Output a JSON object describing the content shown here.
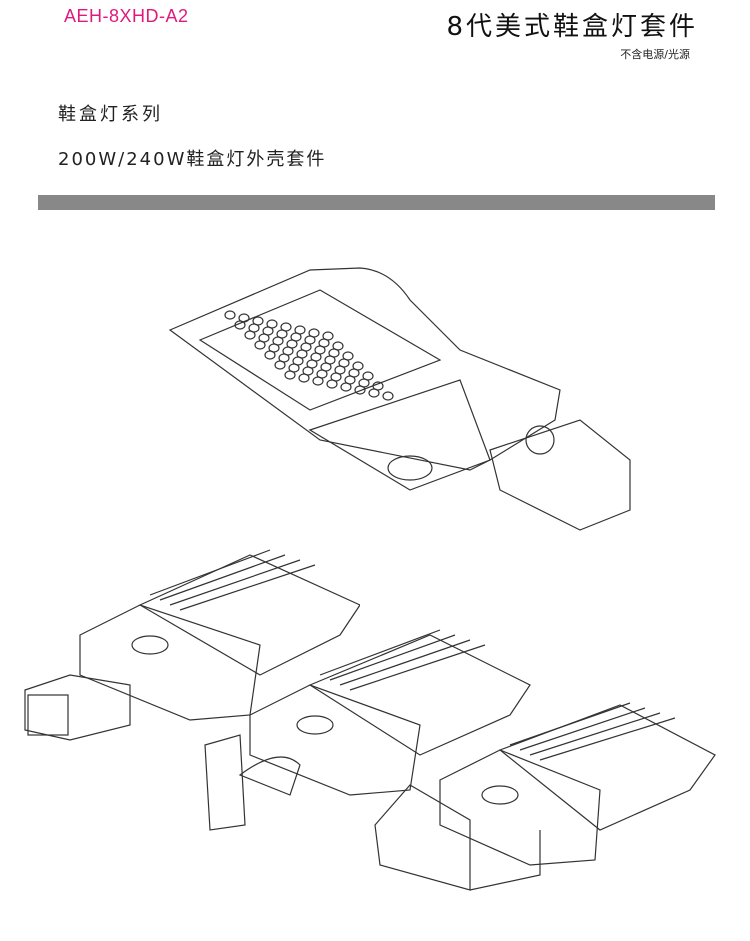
{
  "header": {
    "model": "AEH-8XHD-A2",
    "title": "8代美式鞋盒灯套件",
    "subtitle": "不含电源/光源"
  },
  "content": {
    "series": "鞋盒灯系列",
    "kit": "200W/240W鞋盒灯外壳套件"
  }
}
